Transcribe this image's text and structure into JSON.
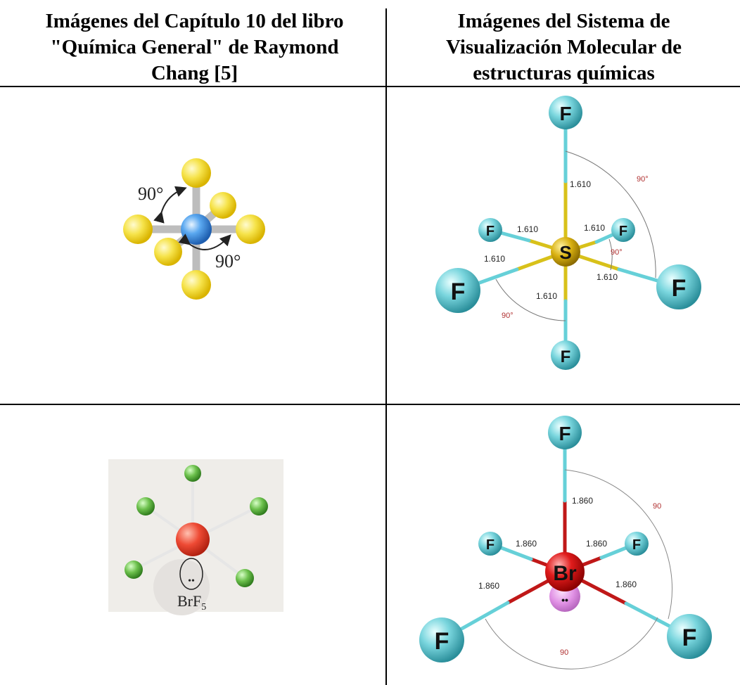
{
  "columns": {
    "left_header": [
      "Imágenes del Capítulo 10 del libro",
      "\"Química General\" de Raymond",
      "Chang [5]"
    ],
    "right_header": [
      "Imágenes del Sistema de",
      "Visualización Molecular de",
      "estructuras químicas"
    ]
  },
  "row1": {
    "book_angle_top": "90°",
    "book_angle_bottom": "90°",
    "viewer": {
      "center_atom": "S",
      "ligand_atom": "F",
      "bond_lengths": [
        "1.610",
        "1.610",
        "1.610",
        "1.610",
        "1.610",
        "1.610"
      ],
      "angles": [
        "90°",
        "90°",
        "90°"
      ],
      "colors": {
        "center": "#d9b814",
        "ligand": "#6fd3dc",
        "bond_center_half": "#d8c11a",
        "bond_ligand_half": "#66d0d8"
      }
    }
  },
  "row2": {
    "book_caption_main": "BrF",
    "book_caption_sub": "5",
    "book_lone_pair": "••",
    "viewer": {
      "center_atom": "Br",
      "ligand_atom": "F",
      "lone_pair": "••",
      "bond_lengths": [
        "1.860",
        "1.860",
        "1.860",
        "1.860",
        "1.860"
      ],
      "angles": [
        "90",
        "90"
      ],
      "colors": {
        "center": "#d81818",
        "ligand": "#6fd3dc",
        "lone_pair": "#dc8ce0",
        "bond_center_half": "#c01818",
        "bond_ligand_half": "#66d0d8"
      }
    }
  }
}
